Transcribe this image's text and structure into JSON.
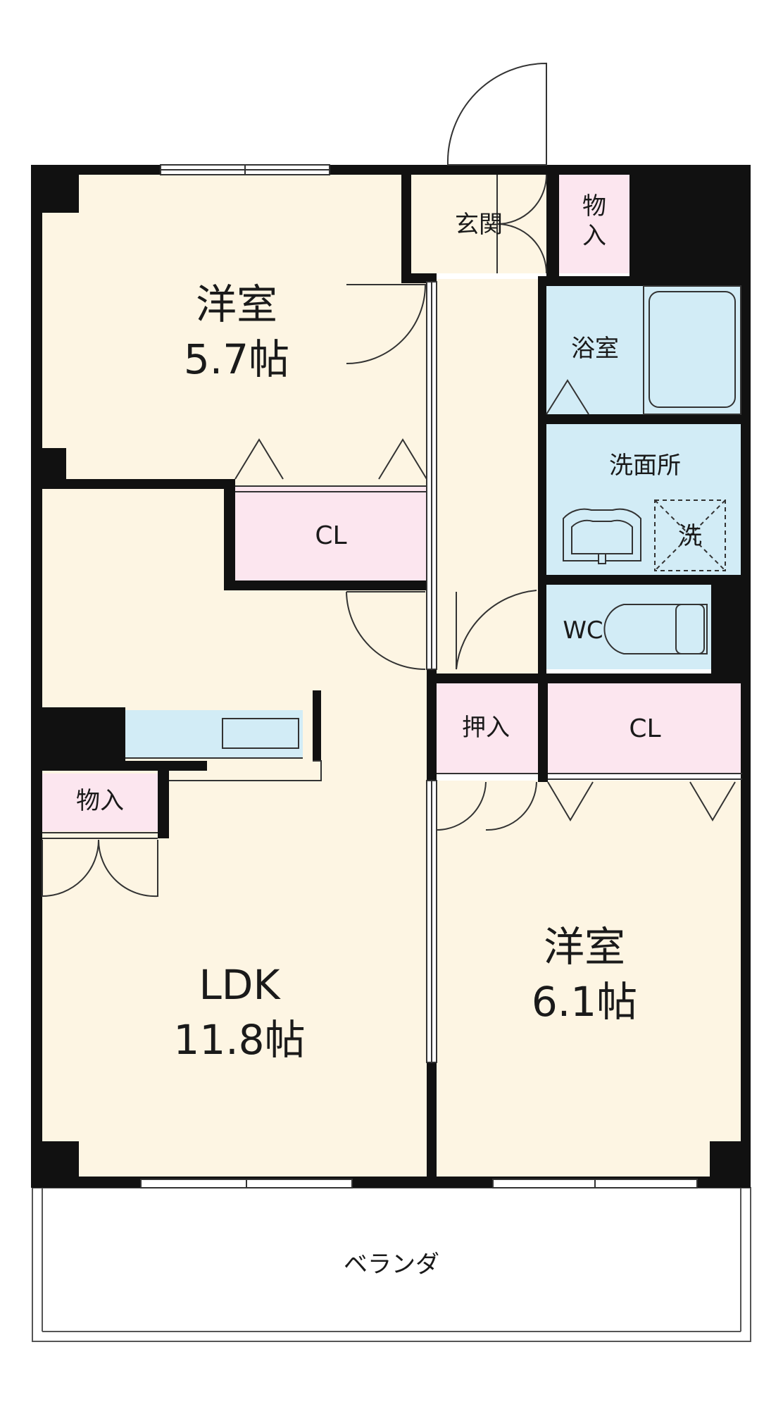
{
  "colors": {
    "wall": "#111111",
    "living_floor": "#fdf5e3",
    "storage_floor": "#fce6ef",
    "wet_floor": "#d2ecf6",
    "entrance_floor": "#fdf5e3",
    "balcony_floor": "#ffffff",
    "line": "#555555"
  },
  "rooms": {
    "western_room_1": {
      "name": "洋室",
      "size": "5.7帖"
    },
    "western_room_2": {
      "name": "洋室",
      "size": "6.1帖"
    },
    "ldk": {
      "name": "LDK",
      "size": "11.8帖"
    },
    "closet_1": {
      "name": "CL"
    },
    "closet_2": {
      "name": "CL"
    },
    "entrance": {
      "name": "玄関"
    },
    "storage_top": {
      "name_line1": "物",
      "name_line2": "入"
    },
    "storage_ldk": {
      "name": "物入"
    },
    "oshiire": {
      "name": "押入"
    },
    "bathroom": {
      "name": "浴室"
    },
    "washroom": {
      "name": "洗面所"
    },
    "washer": {
      "name": "洗"
    },
    "toilet": {
      "name": "WC"
    },
    "balcony": {
      "name": "ベランダ"
    }
  }
}
